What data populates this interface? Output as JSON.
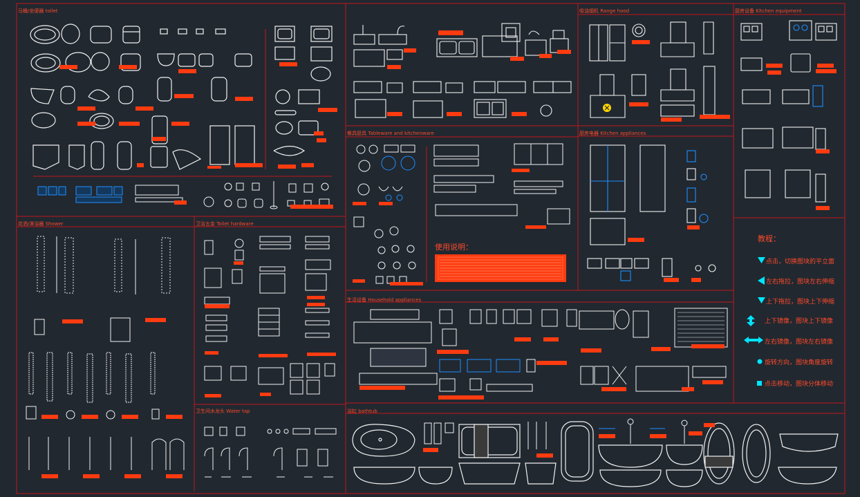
{
  "colors": {
    "background": "#212830",
    "frame": "#c4161c",
    "linework": "#f2f2f2",
    "label_tag": "#ff3b10",
    "accent_blue": "#1e90ff",
    "accent_cyan": "#00e5ff",
    "accent_yellow": "#ffd400"
  },
  "panels": {
    "toilet": "马桶/坐便器 toilet",
    "range_hood": "吸油烟机 Range hood",
    "kitchen_equipment": "厨房设备 Kitchen equipment",
    "tableware": "餐具厨具 Tableware and kitchenware",
    "kitchen_appliances": "厨房电器 Kitchen appliances",
    "shower": "花洒/淋浴器 Shower",
    "toilet_hardware": "卫浴五金 Toilet hardware",
    "household": "生活设备 Household appliances",
    "water_tap": "卫生间水龙头 Water tap",
    "bathtub": "浴缸 bathtub"
  },
  "usage_note": {
    "title": "使用说明："
  },
  "help": {
    "title": "教程：",
    "items": [
      {
        "icon": "triangle-down-icon",
        "text": "点击，切换图块的平立面"
      },
      {
        "icon": "triangle-left-icon",
        "text": "左右拖拉，图块左右伸缩"
      },
      {
        "icon": "triangle-down-icon",
        "text": "上下拖拉，图块上下伸缩"
      },
      {
        "icon": "double-arrow-vertical-icon",
        "text": "上下镜像，图块上下镜像"
      },
      {
        "icon": "double-arrow-horizontal-icon",
        "text": "左右镜像，图块左右镜像"
      },
      {
        "icon": "circle-dot-icon",
        "text": "旋转方向，图块角度旋转"
      },
      {
        "icon": "square-dot-icon",
        "text": "点击移动，图块分体移动"
      }
    ]
  }
}
